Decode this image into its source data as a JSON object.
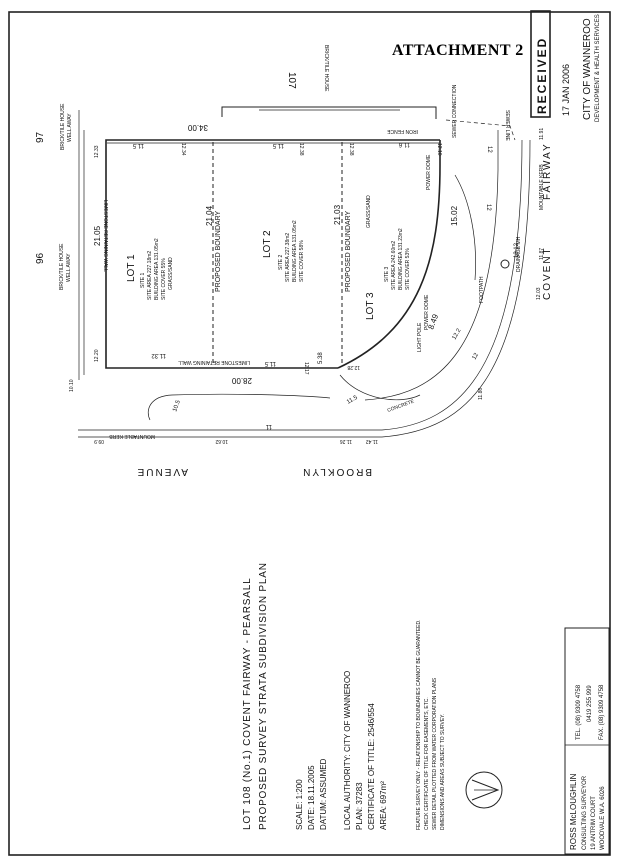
{
  "header": {
    "attachment": "ATTACHMENT 2"
  },
  "stamp": {
    "received": "RECEIVED",
    "date": "17 JAN 2006",
    "org": "CITY OF WANNEROO",
    "dept": "DEVELOPMENT & HEALTH SERVICES"
  },
  "plan": {
    "lot_107": "107",
    "lot_96": "96",
    "lot_97": "97",
    "house_107": "BRICK/TILE HOUSE",
    "house_96": "BRICK/TILE HOUSE",
    "house_96_note": "WELL AWAY",
    "house_97": "BRICK/TILE HOUSE",
    "house_97_note": "WELL AWAY",
    "dim_top": "34.00",
    "dim_bottom": "28.00",
    "dim_left": "21.05",
    "dim_mid1": "21.04",
    "dim_mid2": "21.03",
    "dim_right": "15.02",
    "dim_diag": "8.49",
    "dim_538": "5.38",
    "iron_fence": "IRON FENCE",
    "sewer_connection": "SEWER CONNECTION",
    "sewer_line": "SEWER LINE",
    "power_dome_top": "POWER DOME",
    "power_dome_bottom": "POWER DOME",
    "retaining_wall_top": "LIMESTONE RETAINING WALL",
    "retaining_wall_bottom": "LIMESTONE RETAINING WALL",
    "mountable_kerb_left": "MOUNTABLE KERB",
    "mountable_kerb_right": "MOUNTABLE KERB",
    "concrete": "CONCRETE",
    "light_pole": "LIGHT POLE",
    "drainage_mh": "DRAINAGE MH",
    "footpath": "FOOTPATH",
    "prop_boundary_1": "PROPOSED BOUNDARY",
    "prop_boundary_2": "PROPOSED BOUNDARY",
    "lot1": {
      "name": "LOT 1",
      "site": "SITE 1",
      "area": "SITE AREA 227.18m2",
      "building": "BUILDING AREA 131.05m2",
      "cover": "SITE COVER 55%",
      "surface": "GRASS/SAND"
    },
    "lot2": {
      "name": "LOT 2",
      "site": "SITE 2",
      "area": "SITE AREA 227.38m2",
      "building": "BUILDING AREA 131.05m2",
      "cover": "SITE COVER 58%"
    },
    "lot3": {
      "name": "LOT 3",
      "site": "SITE 3",
      "area": "SITE AREA 242.60m2",
      "building": "BUILDING AREA 131.23m2",
      "cover": "SITE COVER 53%",
      "surface": "GRASS/SAND"
    },
    "levels": {
      "l1": "11.5",
      "l2": "12.34",
      "l3": "11.5",
      "l4": "12.38",
      "l5": "12.38",
      "l6": "11.6",
      "l7": "12.10",
      "l8": "12",
      "l9": "11.32",
      "l10": "11.5",
      "l11": "12.17",
      "l12": "12.20",
      "l13": "12.33",
      "l14": "12.28",
      "l15": "12.12",
      "l16": "11.86",
      "l17": "11.87",
      "l18": "11.91",
      "l19": "10.10",
      "l20": "10.5",
      "l21": "11",
      "l22": "11.26",
      "l23": "11.42",
      "l24": "10.62",
      "l25": "09.9",
      "l26": "12.03",
      "l27": "12.2",
      "l28": "11.5",
      "l29": "12",
      "l30": "12"
    },
    "streets": {
      "avenue": "AVENUE",
      "brooklyn": "BROOKLYN",
      "covent": "COVENT",
      "fairway": "FAIRWAY"
    }
  },
  "title_block": {
    "title": "LOT 108 (No.1) COVENT FAIRWAY - PEARSALL",
    "subtitle": "PROPOSED SURVEY STRATA SUBDIVISION PLAN",
    "scale": "SCALE:   1:200",
    "date": "DATE:    18.11.2005",
    "datum": "DATUM:   ASSUMED",
    "authority": "LOCAL AUTHORITY:   CITY OF WANNEROO",
    "plan": "PLAN:   37283",
    "certificate": "CERTIFICATE OF TITLE:   2546/554",
    "area": "AREA:   697m²",
    "note1": "FEATURE SURVEY ONLY - RELATIONSHIP TO BOUNDARIES CANNOT BE GUARANTEED.",
    "note2": "CHECK CERTIFICATE OF TITLE FOR EASEMENTS, ETC.",
    "note3": "SEWER DETAIL PLOTTED FROM WATER CORPORATION PLANS",
    "note4": "DIMENSIONS AND AREAS SUBJECT TO SURVEY."
  },
  "surveyor": {
    "name": "ROSS McLOUGHLIN",
    "role": "CONSULTING SURVEYOR",
    "addr1": "19 ANTRIM COURT",
    "addr2": "WOODVALE   W.A.   6026",
    "tel": "TEL.  (08) 9309 4758",
    "mob": "0419 255 999",
    "fax": "FAX.  (08) 9309 4758"
  }
}
